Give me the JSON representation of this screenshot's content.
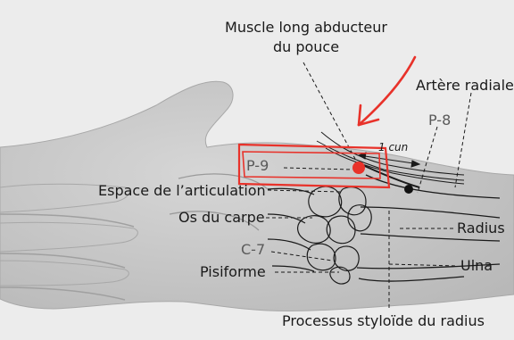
{
  "labels": {
    "muscle_line1": "Muscle long abducteur",
    "muscle_line2": "du pouce",
    "artere": "Artère radiale",
    "p8": "P-8",
    "cun": "1 cun",
    "p9": "P-9",
    "espace": "Espace de l’articulation",
    "os_carpe": "Os du carpe",
    "radius": "Radius",
    "c7": "C-7",
    "ulna": "Ulna",
    "pisiforme": "Pisiforme",
    "processus": "Processus styloïde du radius"
  },
  "colors": {
    "background": "#ececec",
    "hand_fill": "#c9c9c9",
    "accent_red": "#e8322a",
    "line": "#1a1a1a"
  }
}
